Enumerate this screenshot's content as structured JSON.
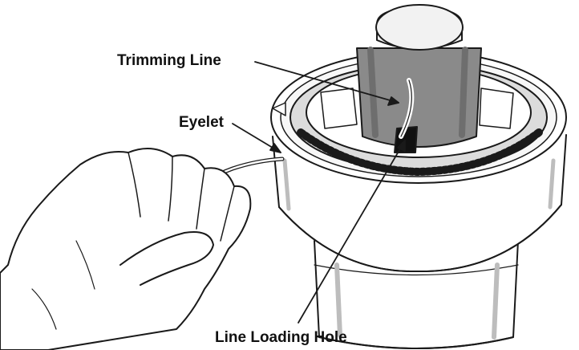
{
  "labels": {
    "trimming_line": "Trimming Line",
    "eyelet": "Eyelet",
    "line_loading_hole": "Line Loading Hole"
  },
  "colors": {
    "outline": "#1a1a1a",
    "shading": "#bdbdbd",
    "dark_gray": "#6e6e6e",
    "cap": "#f2f2f2",
    "background": "#ffffff"
  }
}
